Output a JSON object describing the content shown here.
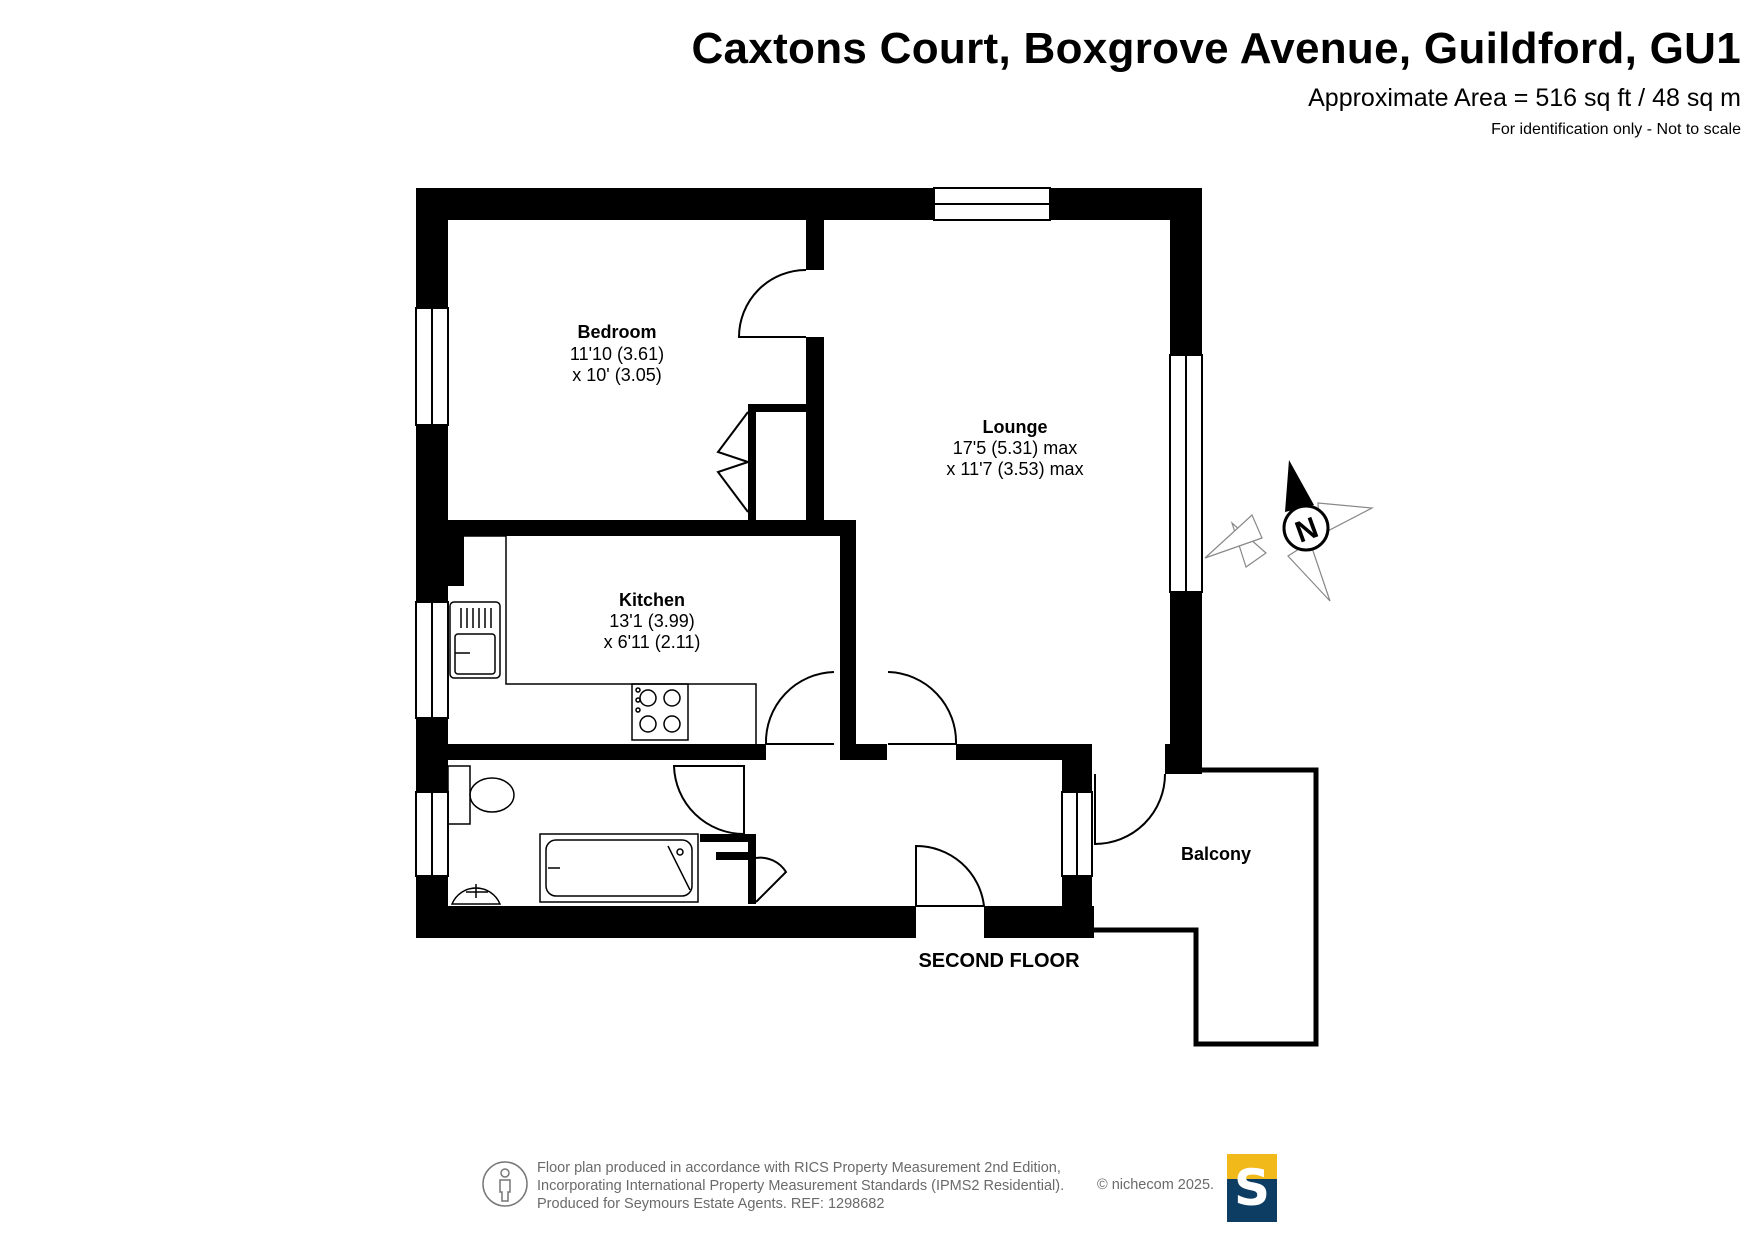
{
  "header": {
    "title": "Caxtons Court, Boxgrove Avenue, Guildford, GU1",
    "area": "Approximate Area = 516 sq ft / 48 sq m",
    "note": "For identification only - Not to scale"
  },
  "rooms": {
    "bedroom": {
      "name": "Bedroom",
      "dim1": "11'10 (3.61)",
      "dim2": "x 10' (3.05)"
    },
    "lounge": {
      "name": "Lounge",
      "dim1": "17'5 (5.31) max",
      "dim2": "x 11'7 (3.53) max"
    },
    "kitchen": {
      "name": "Kitchen",
      "dim1": "13'1 (3.99)",
      "dim2": "x 6'11 (2.11)"
    },
    "balcony": {
      "name": "Balcony"
    }
  },
  "floor_label": "SECOND FLOOR",
  "compass_label": "N",
  "footer": {
    "line1": "Floor plan produced in accordance with RICS Property Measurement 2nd Edition,",
    "line2": "Incorporating International Property Measurement Standards (IPMS2 Residential).",
    "line3": "Produced for Seymours Estate Agents.   REF: 1298682",
    "copyright": "© nichecom 2025.",
    "logo_letter": "S"
  },
  "colors": {
    "wall": "#000000",
    "logo_top": "#f2b91a",
    "logo_bottom": "#0e3d63",
    "footer_text": "#6a6a6a"
  }
}
